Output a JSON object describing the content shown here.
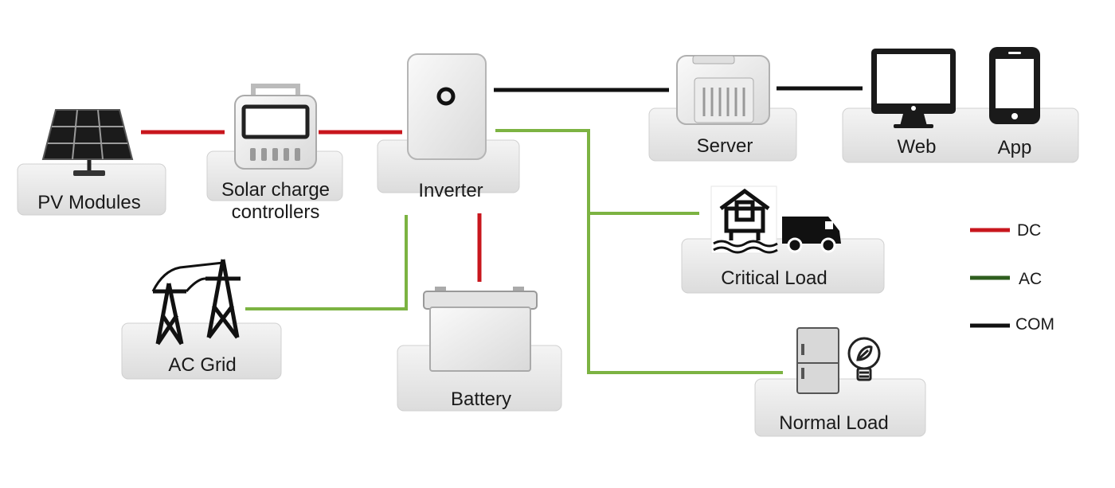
{
  "nodes": {
    "pv_modules": "PV Modules",
    "solar_charge_line1": "Solar charge",
    "solar_charge_line2": "controllers",
    "inverter": "Inverter",
    "server": "Server",
    "web": "Web",
    "app": "App",
    "critical_load": "Critical Load",
    "ac_grid": "AC Grid",
    "battery": "Battery",
    "normal_load": "Normal Load"
  },
  "legend": [
    {
      "label": "DC",
      "color": "#c8161d"
    },
    {
      "label": "AC",
      "color": "#2e5e1e"
    },
    {
      "label": "COM",
      "color": "#111111"
    }
  ],
  "colors": {
    "dc_line": "#c8161d",
    "ac_line": "#7cb342",
    "com_line": "#111111"
  }
}
